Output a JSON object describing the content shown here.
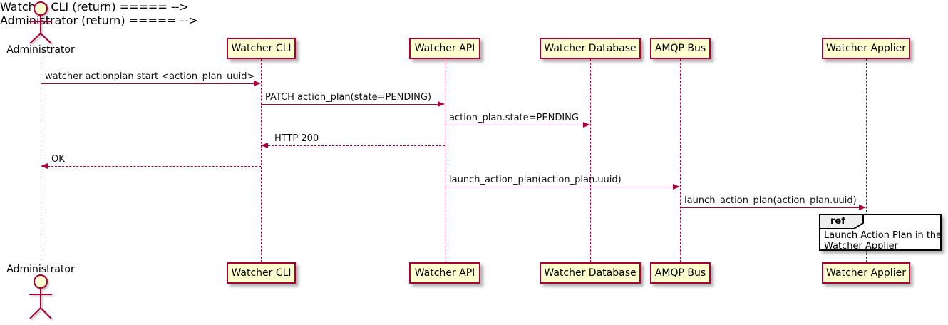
{
  "diagram_type": "uml-sequence",
  "colors": {
    "accent": "#A80036",
    "participant_fill": "#FEFECE",
    "ref_border": "#000000",
    "ref_label_fill": "#EEEEEE",
    "background": "#FFFFFF"
  },
  "actor": {
    "name": "Administrator"
  },
  "participants": [
    {
      "name": "Watcher CLI"
    },
    {
      "name": "Watcher API"
    },
    {
      "name": "Watcher Database"
    },
    {
      "name": "AMQP Bus"
    },
    {
      "name": "Watcher Applier"
    }
  ],
  "messages": [
    {
      "from": "Administrator",
      "to": "Watcher CLI",
      "label": "watcher actionplan start <action_plan_uuid>",
      "line": "solid",
      "direction": "right"
    },
    {
      "from": "Watcher CLI",
      "to": "Watcher API",
      "label": "PATCH action_plan(state=PENDING)",
      "line": "solid",
      "direction": "right"
    },
    {
      "from": "Watcher API",
      "to": "Watcher Database",
      "label": "action_plan.state=PENDING",
      "line": "solid",
      "direction": "right"
    },
    {
      "from": "Watcher API",
      "to": "Watcher CLI",
      "label": "HTTP 200",
      "line": "dashed",
      "direction": "left"
    },
    {
      "from": "Watcher CLI",
      "to": "Administrator",
      "label": "OK",
      "line": "dashed",
      "direction": "left"
    },
    {
      "from": "Watcher API",
      "to": "AMQP Bus",
      "label": "launch_action_plan(action_plan.uuid)",
      "line": "solid",
      "direction": "right"
    },
    {
      "from": "AMQP Bus",
      "to": "Watcher Applier",
      "label": "launch_action_plan(action_plan.uuid)",
      "line": "solid",
      "direction": "right"
    }
  ],
  "ref": {
    "keyword": "ref",
    "lines": [
      "Launch Action Plan in the",
      "Watcher Applier"
    ]
  }
}
